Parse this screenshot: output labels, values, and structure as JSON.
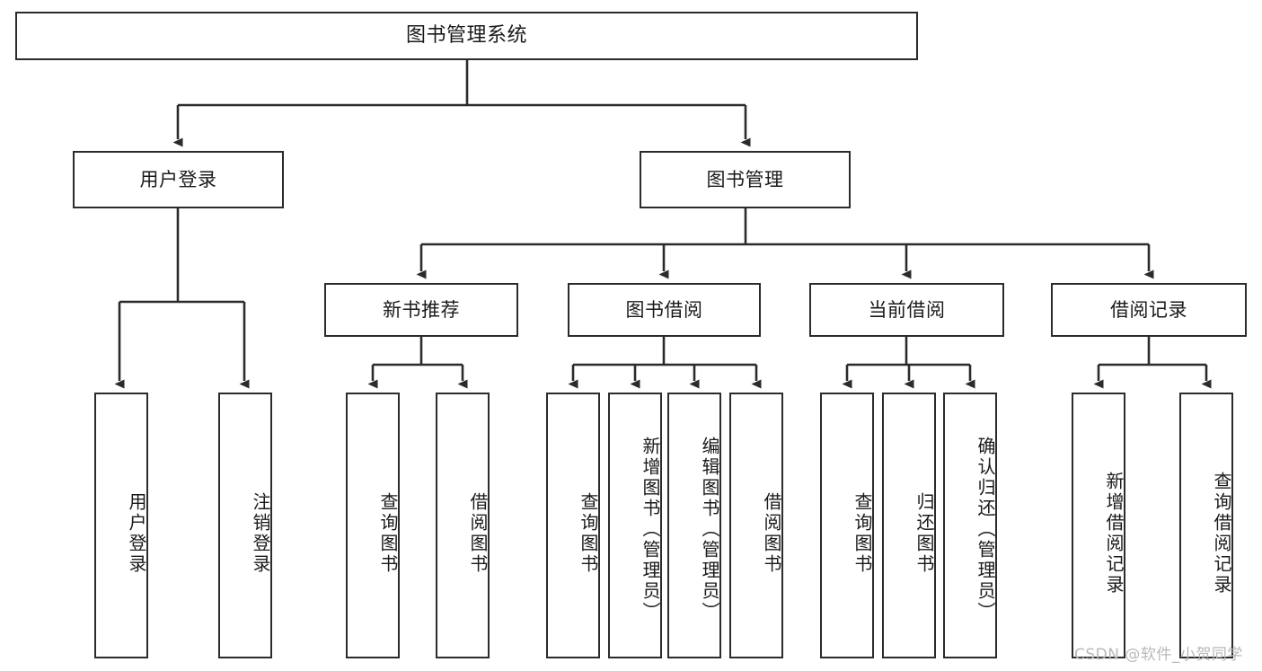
{
  "diagram": {
    "title": "图书管理系统",
    "type": "function-structure-tree",
    "watermark": "CSDN @软件_小贺同学",
    "colors": {
      "stroke": "#2b2b2b",
      "box_fill": "#ffffff",
      "text": "#1a1a1a",
      "watermark": "#b9b9b9",
      "background": "#ffffff"
    },
    "levels": {
      "root": {
        "label": "图书管理系统"
      },
      "level2": [
        {
          "label": "用户登录"
        },
        {
          "label": "图书管理"
        }
      ],
      "level3": [
        {
          "label": "新书推荐"
        },
        {
          "label": "图书借阅"
        },
        {
          "label": "当前借阅"
        },
        {
          "label": "借阅记录"
        }
      ],
      "leaves": [
        {
          "label": "用户登录",
          "parent": "用户登录"
        },
        {
          "label": "注销登录",
          "parent": "用户登录"
        },
        {
          "label": "查询图书",
          "parent": "新书推荐"
        },
        {
          "label": "借阅图书",
          "parent": "新书推荐"
        },
        {
          "label": "查询图书",
          "parent": "图书借阅"
        },
        {
          "label": "新增图书（管理员）",
          "parent": "图书借阅"
        },
        {
          "label": "编辑图书（管理员）",
          "parent": "图书借阅"
        },
        {
          "label": "借阅图书",
          "parent": "图书借阅"
        },
        {
          "label": "查询图书",
          "parent": "当前借阅"
        },
        {
          "label": "归还图书",
          "parent": "当前借阅"
        },
        {
          "label": "确认归还（管理员）",
          "parent": "当前借阅"
        },
        {
          "label": "新增借阅记录",
          "parent": "借阅记录"
        },
        {
          "label": "查询借阅记录",
          "parent": "借阅记录"
        }
      ]
    }
  }
}
